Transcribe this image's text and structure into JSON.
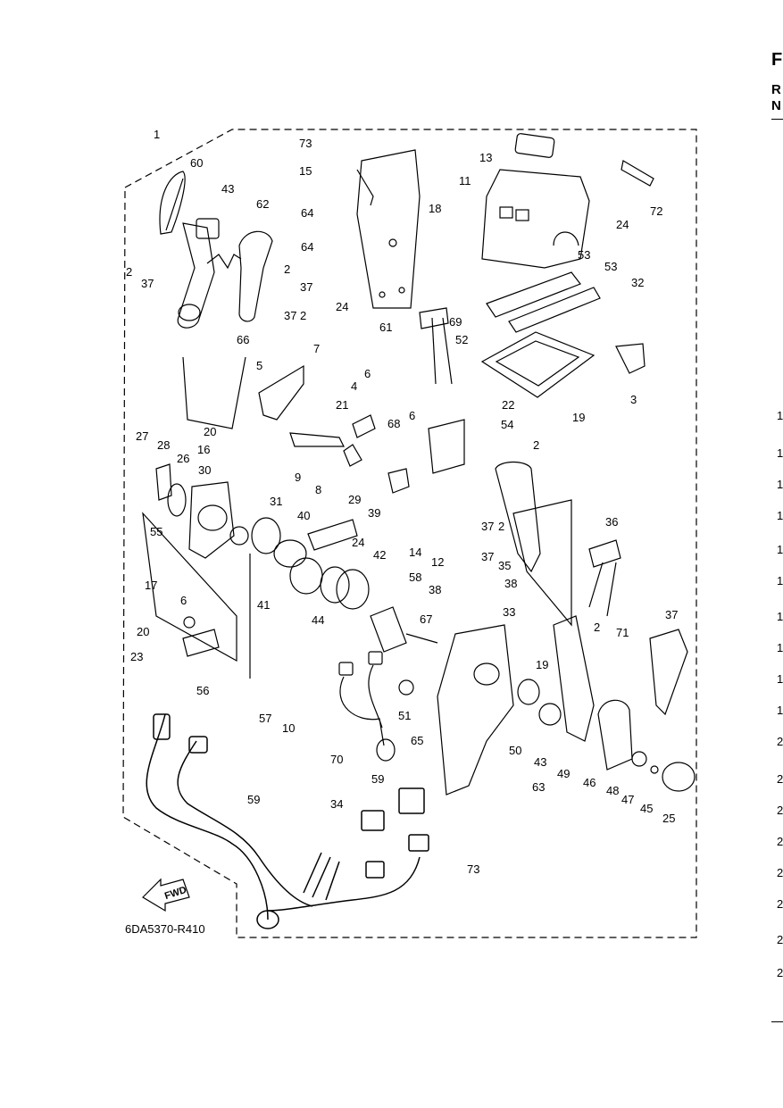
{
  "drawing_id": "6DA5370-R410",
  "fwd_label": "FWD",
  "right_edge": {
    "letters": [
      "F",
      "R",
      "N"
    ],
    "digits": [
      "1",
      "1",
      "1",
      "1",
      "1",
      "1",
      "1",
      "1",
      "1",
      "1",
      "2",
      "2",
      "2",
      "2",
      "2",
      "2",
      "2",
      "2"
    ]
  },
  "callouts": [
    "1",
    "60",
    "43",
    "62",
    "73",
    "15",
    "64",
    "64",
    "24",
    "13",
    "11",
    "24",
    "72",
    "18",
    "53",
    "53",
    "32",
    "2",
    "37",
    "2",
    "37",
    "37",
    "2",
    "66",
    "61",
    "69",
    "52",
    "3",
    "7",
    "5",
    "6",
    "4",
    "21",
    "22",
    "54",
    "19",
    "68",
    "6",
    "20",
    "16",
    "9",
    "8",
    "29",
    "27",
    "28",
    "26",
    "30",
    "31",
    "40",
    "39",
    "24",
    "55",
    "42",
    "14",
    "12",
    "38",
    "38",
    "33",
    "2",
    "37",
    "2",
    "37",
    "35",
    "36",
    "37",
    "2",
    "71",
    "41",
    "44",
    "58",
    "67",
    "19",
    "17",
    "6",
    "20",
    "23",
    "56",
    "57",
    "10",
    "70",
    "51",
    "50",
    "43",
    "49",
    "46",
    "48",
    "47",
    "45",
    "25",
    "65",
    "63",
    "59",
    "59",
    "34",
    "73"
  ]
}
